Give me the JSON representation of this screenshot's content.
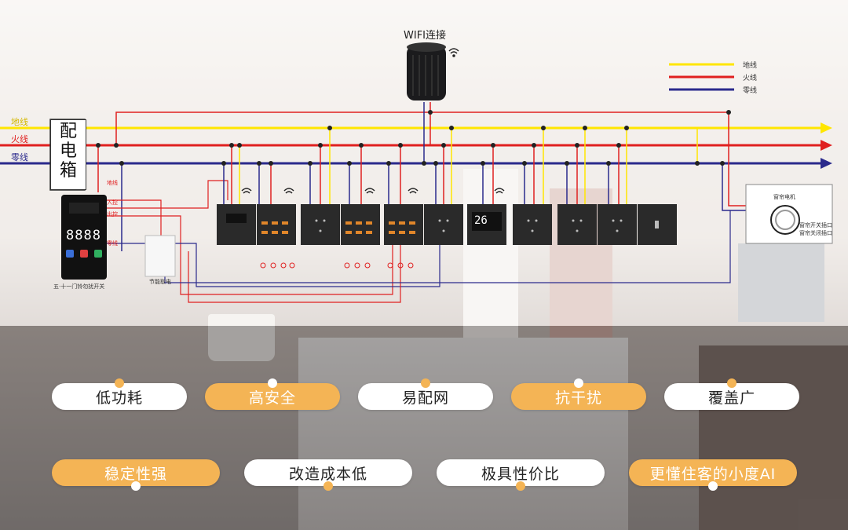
{
  "wifi_label": "WIFI连接",
  "legend": {
    "items": [
      {
        "label": "地线",
        "color": "#ffe600"
      },
      {
        "label": "火线",
        "color": "#e02020"
      },
      {
        "label": "零线",
        "color": "#2b2a8c"
      }
    ]
  },
  "bus_labels": [
    "地线",
    "火线",
    "零线"
  ],
  "distribution_box": "配电箱",
  "card_panel": {
    "display": "8888",
    "caption": "五·十一门铃勿扰开关"
  },
  "controller_caption": "节能取电",
  "curtain_caption": "窗帘电机",
  "curtain_notes": [
    "窗帘开关插口",
    "窗帘关闭插口"
  ],
  "thermostat_display": "26",
  "side_labels": [
    "地线",
    "入控",
    "出控",
    "零线"
  ],
  "features_row1": [
    {
      "label": "低功耗",
      "style": "white"
    },
    {
      "label": "高安全",
      "style": "orange"
    },
    {
      "label": "易配网",
      "style": "white"
    },
    {
      "label": "抗干扰",
      "style": "orange"
    },
    {
      "label": "覆盖广",
      "style": "white"
    }
  ],
  "features_row2": [
    {
      "label": "稳定性强",
      "style": "orange"
    },
    {
      "label": "改造成本低",
      "style": "white"
    },
    {
      "label": "极具性价比",
      "style": "white"
    },
    {
      "label": "更懂住客的小度AI",
      "style": "orange"
    }
  ],
  "colors": {
    "ground": "#ffe600",
    "live": "#e02020",
    "neutral": "#2b2a8c",
    "accent": "#f4b455"
  }
}
